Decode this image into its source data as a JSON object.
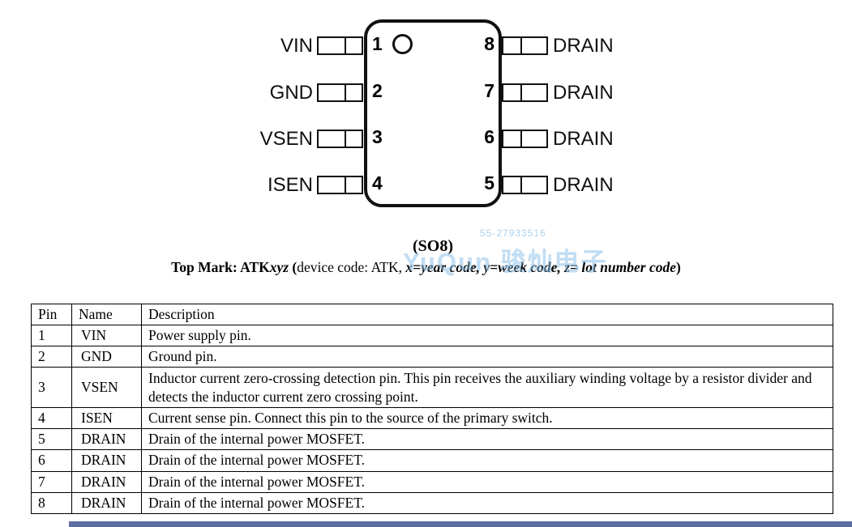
{
  "package": {
    "caption": "(SO8)",
    "left_pins": [
      {
        "num": "1",
        "label": "VIN"
      },
      {
        "num": "2",
        "label": "GND"
      },
      {
        "num": "3",
        "label": "VSEN"
      },
      {
        "num": "4",
        "label": "ISEN"
      }
    ],
    "right_pins": [
      {
        "num": "8",
        "label": "DRAIN"
      },
      {
        "num": "7",
        "label": "DRAIN"
      },
      {
        "num": "6",
        "label": "DRAIN"
      },
      {
        "num": "5",
        "label": "DRAIN"
      }
    ]
  },
  "top_mark": {
    "label_bold": "Top Mark: ATK",
    "code_italic": "xyz",
    "open_paren": " (",
    "device_text": "device code: ATK, ",
    "codes_italic": "x=year code, y=week code, z= lot number code",
    "close_paren": ")"
  },
  "watermark": {
    "phone": "55-27933516",
    "brand": "YuQun 骏灿电子"
  },
  "table": {
    "headers": {
      "pin": "Pin",
      "name": "Name",
      "desc": "Description"
    },
    "rows": [
      {
        "pin": "1",
        "name": "VIN",
        "desc": "Power supply pin."
      },
      {
        "pin": "2",
        "name": "GND",
        "desc": "Ground pin."
      },
      {
        "pin": "3",
        "name": "VSEN",
        "desc": "Inductor current zero-crossing detection pin. This pin receives the auxiliary winding voltage by a resistor divider and detects the inductor current zero crossing point."
      },
      {
        "pin": "4",
        "name": "ISEN",
        "desc": "Current sense pin. Connect this pin to the source of the primary switch."
      },
      {
        "pin": "5",
        "name": "DRAIN",
        "desc": "Drain of the internal power MOSFET."
      },
      {
        "pin": "6",
        "name": "DRAIN",
        "desc": "Drain of the internal power MOSFET."
      },
      {
        "pin": "7",
        "name": "DRAIN",
        "desc": "Drain of the internal power MOSFET."
      },
      {
        "pin": "8",
        "name": "DRAIN",
        "desc": "Drain of the internal power MOSFET."
      }
    ]
  }
}
